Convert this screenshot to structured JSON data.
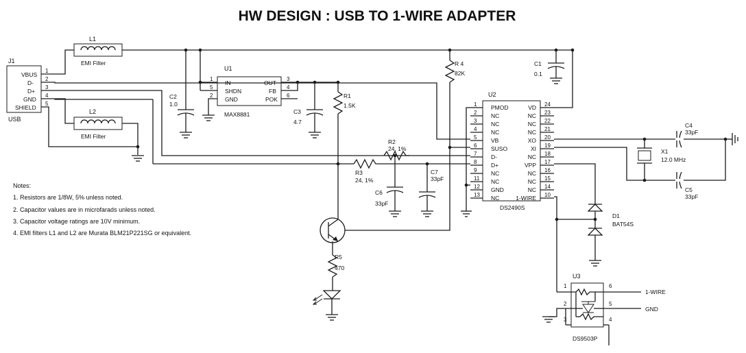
{
  "title": "HW DESIGN : USB TO 1-WIRE ADAPTER",
  "notes": {
    "heading": "Notes:",
    "items": [
      "1. Resistors are 1/8W, 5% unless noted.",
      "2. Capacitor values are in microfarads unless noted.",
      "3. Capacitor voltage ratings are 10V minimum.",
      "4. EMI filters L1 and L2 are Murata BLM21P221SG or equivalent."
    ]
  },
  "j1": {
    "ref": "J1",
    "name": "USB",
    "pins": [
      {
        "num": "1",
        "label": "VBUS"
      },
      {
        "num": "2",
        "label": "D-"
      },
      {
        "num": "3",
        "label": "D+"
      },
      {
        "num": "4",
        "label": "GND"
      },
      {
        "num": "5",
        "label": "SHIELD"
      }
    ]
  },
  "l1": {
    "ref": "L1",
    "desc": "EMI Filter"
  },
  "l2": {
    "ref": "L2",
    "desc": "EMI Filter"
  },
  "c1": {
    "ref": "C1",
    "value": "0.1"
  },
  "c2": {
    "ref": "C2",
    "value": "1.0"
  },
  "c3": {
    "ref": "C3",
    "value": "4.7"
  },
  "c4": {
    "ref": "C4",
    "value": "33pF"
  },
  "c5": {
    "ref": "C5",
    "value": "33pF"
  },
  "c6": {
    "ref": "C6",
    "value": "33pF"
  },
  "c7": {
    "ref": "C7",
    "value": "33pF"
  },
  "r1": {
    "ref": "R1",
    "value": "1.5K"
  },
  "r2": {
    "ref": "R2",
    "value": "24, 1%"
  },
  "r3": {
    "ref": "R3",
    "value": "24, 1%"
  },
  "r4": {
    "ref": "R 4",
    "value": "82K"
  },
  "r5": {
    "ref": "R5",
    "value": "470"
  },
  "x1": {
    "ref": "X1",
    "value": "12.0 MHz"
  },
  "d1": {
    "ref": "D1",
    "value": "BAT54S"
  },
  "u1": {
    "ref": "U1",
    "part": "MAX8881",
    "left_pins": [
      {
        "num": "1",
        "label": "IN"
      },
      {
        "num": "5",
        "label": "SHDN"
      },
      {
        "num": "2",
        "label": "GND"
      }
    ],
    "right_pins": [
      {
        "num": "3",
        "label": "OUT"
      },
      {
        "num": "4",
        "label": "FB"
      },
      {
        "num": "6",
        "label": "POK"
      }
    ]
  },
  "u2": {
    "ref": "U2",
    "part": "DS2490S",
    "left_pins": [
      {
        "num": "1",
        "label": "PMOD"
      },
      {
        "num": "2",
        "label": "NC"
      },
      {
        "num": "3",
        "label": "NC"
      },
      {
        "num": "4",
        "label": "NC"
      },
      {
        "num": "5",
        "label": "VB"
      },
      {
        "num": "6",
        "label": "SUSO"
      },
      {
        "num": "7",
        "label": "D-"
      },
      {
        "num": "8",
        "label": "D+"
      },
      {
        "num": "9",
        "label": "NC"
      },
      {
        "num": "11",
        "label": "NC"
      },
      {
        "num": "12",
        "label": "GND"
      },
      {
        "num": "13",
        "label": "NC"
      }
    ],
    "right_pins": [
      {
        "num": "24",
        "label": "VD"
      },
      {
        "num": "23",
        "label": "NC"
      },
      {
        "num": "22",
        "label": "NC"
      },
      {
        "num": "21",
        "label": "NC"
      },
      {
        "num": "20",
        "label": "XO"
      },
      {
        "num": "19",
        "label": "XI"
      },
      {
        "num": "18",
        "label": "NC"
      },
      {
        "num": "17",
        "label": "VPP"
      },
      {
        "num": "16",
        "label": "NC"
      },
      {
        "num": "15",
        "label": "NC"
      },
      {
        "num": "14",
        "label": "NC"
      },
      {
        "num": "10",
        "label": "1-WIRE"
      }
    ]
  },
  "u3": {
    "ref": "U3",
    "part": "DS9503P",
    "pins_left": [
      "1",
      "2",
      "3"
    ],
    "pins_right": [
      "6",
      "5",
      "4"
    ],
    "outputs": [
      "1-WIRE",
      "GND"
    ]
  }
}
